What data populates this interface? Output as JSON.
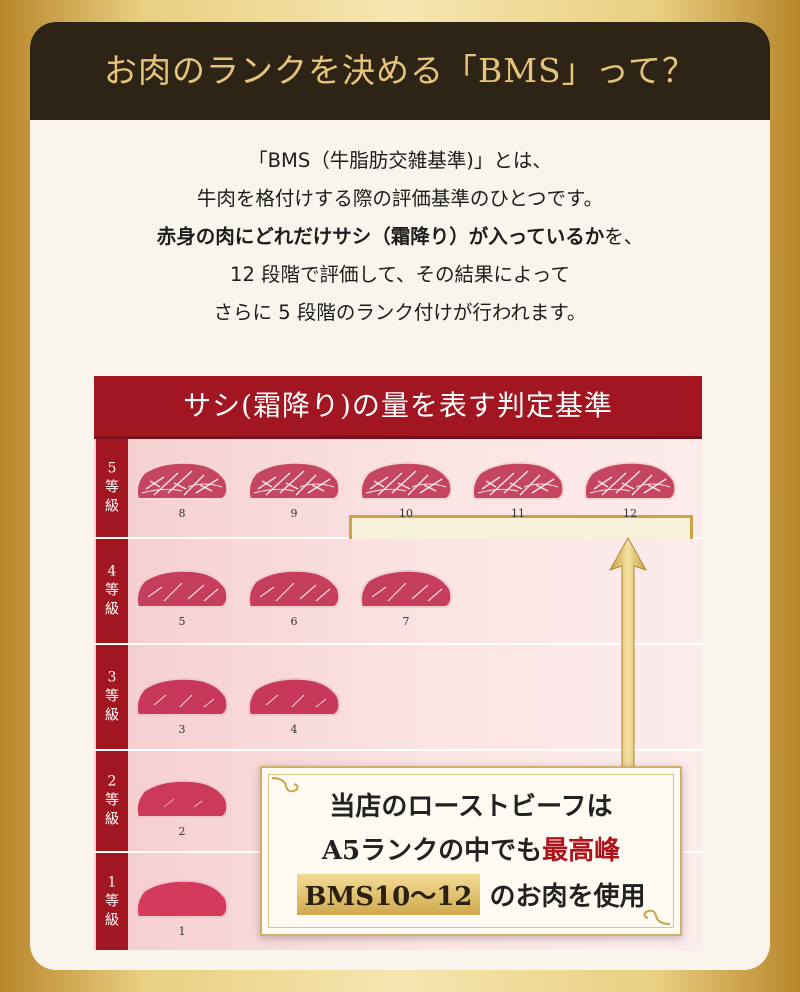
{
  "header": {
    "title": "お肉のランクを決める「BMS」って？"
  },
  "intro": {
    "line1": "「BMS（牛脂肪交雑基準)」とは、",
    "line2": "牛肉を格付けする際の評価基準のひとつです。",
    "line3_bold": "赤身の肉にどれだけサシ（霜降り）が入っているか",
    "line3_rest": "を、",
    "line4": "12 段階で評価して、その結果によって",
    "line5": "さらに 5 段階のランク付けが行われます。"
  },
  "chart": {
    "title": "サシ(霜降り)の量を表す判定基準",
    "grades": [
      {
        "num": "5",
        "c1": "等",
        "c2": "級",
        "bms": [
          "8",
          "9",
          "10",
          "11",
          "12"
        ]
      },
      {
        "num": "4",
        "c1": "等",
        "c2": "級",
        "bms": [
          "5",
          "6",
          "7"
        ]
      },
      {
        "num": "3",
        "c1": "等",
        "c2": "級",
        "bms": [
          "3",
          "4"
        ]
      },
      {
        "num": "2",
        "c1": "等",
        "c2": "級",
        "bms": [
          "2"
        ]
      },
      {
        "num": "1",
        "c1": "等",
        "c2": "級",
        "bms": [
          "1"
        ]
      }
    ]
  },
  "callout": {
    "line1": "当店のローストビーフは",
    "line2_pre": "A5ランクの中でも",
    "line2_red": "最高峰",
    "line3_badge": "BMS10〜12",
    "line3_rest": "のお肉を使用"
  },
  "colors": {
    "dark": "#2e2416",
    "gold": "#e6c47a",
    "red": "#a11620",
    "pink": "#fbe7e6"
  }
}
